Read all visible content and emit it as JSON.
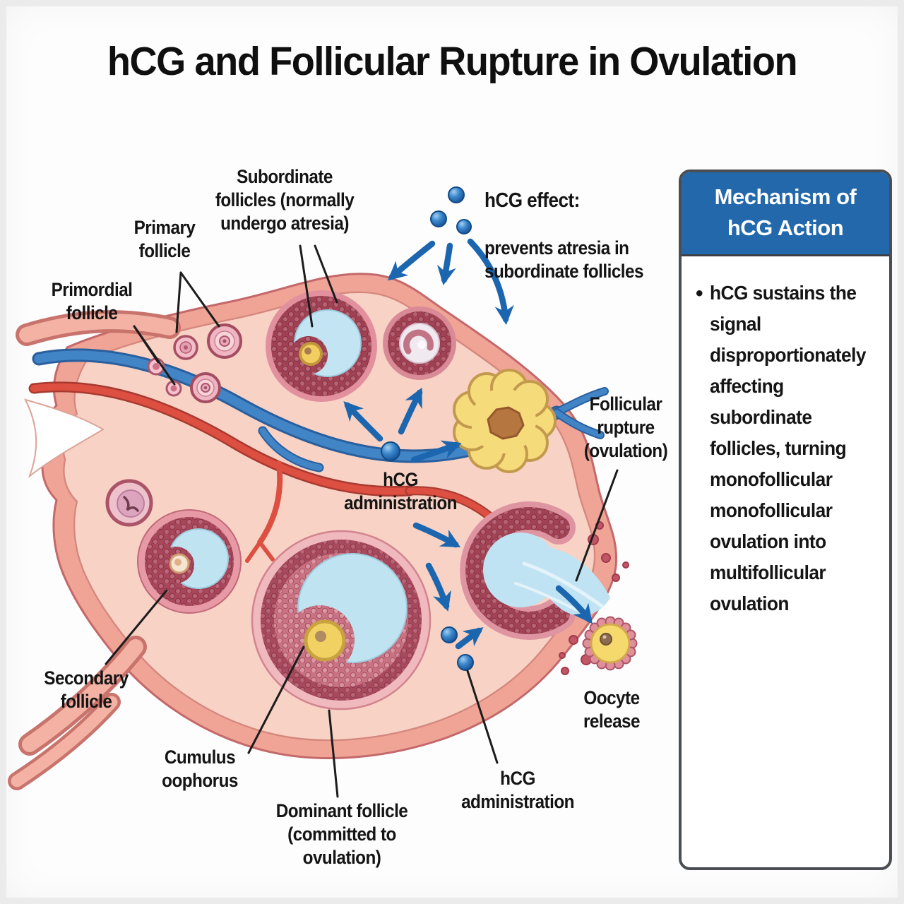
{
  "title": "hCG and Follicular Rupture in Ovulation",
  "diagram_labels": {
    "subordinate_follicles": "Subordinate\nfollicles (normally\nundergo atresia)",
    "primary_follicle": "Primary\nfollicle",
    "primordial_follicle": "Primordial\nfollicle",
    "hcg_effect_heading": "hCG effect:",
    "hcg_effect_body": "prevents atresia in\nsubordinate follicles",
    "follicular_rupture": "Follicular\nrupture\n(ovulation)",
    "hcg_administration_center": "hCG\nadministration",
    "secondary_follicle": "Secondary\nfollicle",
    "cumulus_oophorus": "Cumulus\noophorus",
    "dominant_follicle": "Dominant follicle\n(committed to\novulation)",
    "hcg_administration_bottom": "hCG\nadministration",
    "oocyte_release": "Oocyte\nrelease"
  },
  "side_panel": {
    "header": "Mechanism of\nhCG Action",
    "bullet_glyph": "•",
    "bullet_text": "hCG sustains the\nsignal\ndisproportionately\naffecting\nsubordinate\nfollicles, turning\nmonofollicular\nmonofollicular\novulation into\nmultifollicular\novulation"
  },
  "colors": {
    "panel_header_bg": "#2268ab",
    "panel_border": "#4a4e52",
    "arrow_blue": "#1b66ae",
    "hcg_dot_blue": "#2f7ac2",
    "ovary_outer": "#efa496",
    "ovary_inner": "#f8d2c5",
    "granulosa_dark": "#a04254",
    "antrum_blue": "#bfe3f1",
    "oocyte_yellow": "#f1d161",
    "corpus_luteum_yellow": "#f5db7a",
    "vein_blue": "#4285c6",
    "artery_red": "#dc4f41"
  }
}
